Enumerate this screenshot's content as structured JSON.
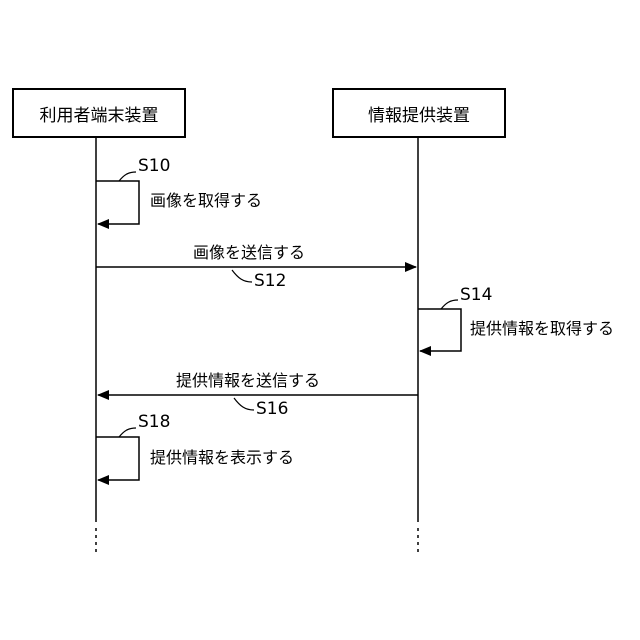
{
  "participants": {
    "user_terminal": "利用者端末装置",
    "info_provider": "情報提供装置"
  },
  "steps": [
    {
      "id": "S10",
      "text": "画像を取得する"
    },
    {
      "id": "S12",
      "text": "画像を送信する"
    },
    {
      "id": "S14",
      "text": "提供情報を取得する"
    },
    {
      "id": "S16",
      "text": "提供情報を送信する"
    },
    {
      "id": "S18",
      "text": "提供情報を表示する"
    }
  ]
}
